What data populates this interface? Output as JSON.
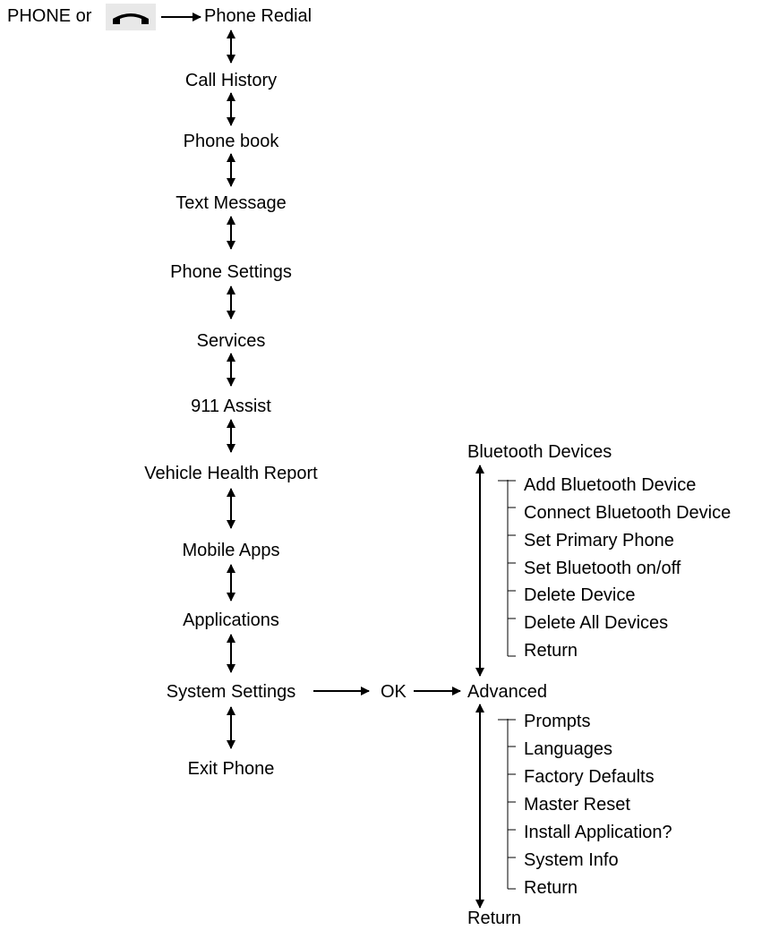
{
  "start_label": "PHONE or",
  "phone_icon": "handset-icon",
  "menu": [
    "Phone Redial",
    "Call History",
    "Phone book",
    "Text Message",
    "Phone Settings",
    "Services",
    "911 Assist",
    "Vehicle Health Report",
    "Mobile Apps",
    "Applications",
    "System Settings",
    "Exit Phone"
  ],
  "ok_label": "OK",
  "bluetooth": {
    "title": "Bluetooth Devices",
    "items": [
      "Add Bluetooth Device",
      "Connect Bluetooth Device",
      "Set Primary Phone",
      "Set Bluetooth on/off",
      "Delete Device",
      "Delete All Devices",
      "Return"
    ]
  },
  "advanced": {
    "title": "Advanced",
    "items": [
      "Prompts",
      "Languages",
      "Factory Defaults",
      "Master Reset",
      "Install Application?",
      "System Info",
      "Return"
    ]
  },
  "bottom_label": "Return",
  "colors": {
    "ink": "#000000",
    "background": "#ffffff"
  }
}
